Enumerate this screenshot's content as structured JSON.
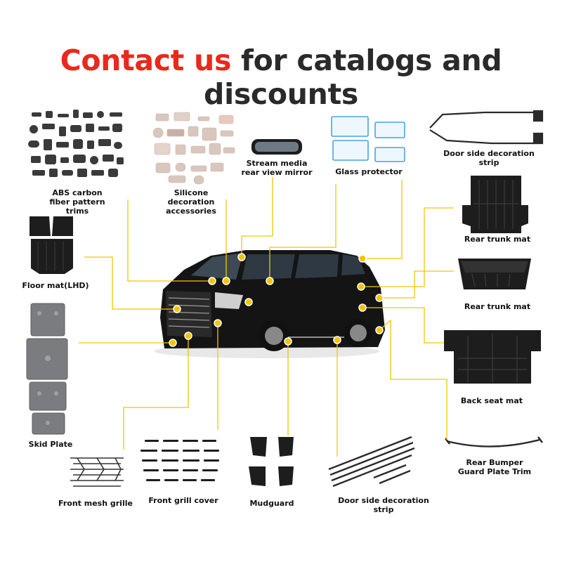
{
  "headline": {
    "highlight": "Contact us",
    "rest": "for catalogs and discounts"
  },
  "colors": {
    "highlight": "#e8291c",
    "leader_line": "#f2c500",
    "text": "#111111",
    "mat": "#1d1d1d"
  },
  "products": {
    "abs_trims": "ABS carbon fiber pattern trims",
    "silicone": "Silicone decoration accessories",
    "mirror": "Stream media rear view mirror",
    "glass": "Glass protector",
    "door_strip_top": "Door side decoration strip",
    "trunk_mat_1": "Rear trunk mat",
    "trunk_mat_2": "Rear trunk mat",
    "back_seat": "Back seat mat",
    "bumper": "Rear Bumper Guard Plate Trim",
    "floor_mat": "Floor mat(LHD)",
    "skid_plate": "Skid Plate",
    "mesh_grille": "Front mesh grille",
    "grill_cover": "Front grill cover",
    "mudguard": "Mudguard",
    "door_strip_bottom": "Door side decoration strip"
  }
}
